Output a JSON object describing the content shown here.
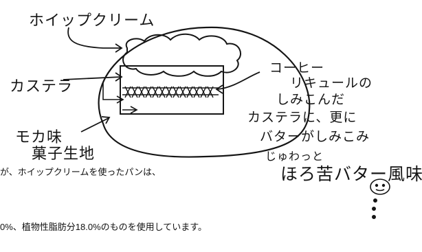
{
  "diagram": {
    "labels": {
      "whipped_cream": "ホイップクリーム",
      "castella": "カステラ",
      "mocha_dough_line1": "モカ味",
      "mocha_dough_line2": "菓子生地",
      "coffee_note": [
        "コーヒー",
        "リキュールの",
        "しみこんだ",
        "カステラに、更に",
        "バターがしみこみ",
        "じゅわっと"
      ],
      "bitter_butter": "ほろ苦バター風味"
    }
  },
  "body_text": {
    "line1": "が、ホイップクリームを使ったパンは、",
    "line2": "0%、植物性脂肪分18.0%のものを使用しています。"
  },
  "colors": {
    "ink": "#151515",
    "background": "#ffffff"
  }
}
